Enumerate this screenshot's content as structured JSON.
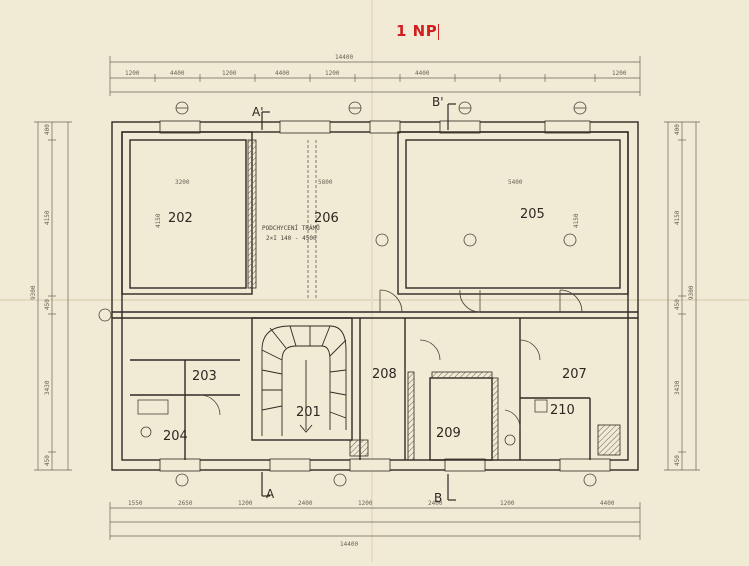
{
  "title": "1 NP",
  "rooms": [
    {
      "id": "202",
      "label": "202"
    },
    {
      "id": "205",
      "label": "205"
    },
    {
      "id": "206",
      "label": "206"
    },
    {
      "id": "203",
      "label": "203"
    },
    {
      "id": "204",
      "label": "204"
    },
    {
      "id": "201",
      "label": "201"
    },
    {
      "id": "208",
      "label": "208"
    },
    {
      "id": "209",
      "label": "209"
    },
    {
      "id": "207",
      "label": "207"
    },
    {
      "id": "210",
      "label": "210"
    }
  ],
  "sections": {
    "a_top": "A'",
    "a_bottom": "A",
    "b_top": "B'",
    "b_bottom": "B"
  },
  "notes": {
    "beam": "PODCHYCENÍ TRÁMŮ",
    "beam2": "2×I 140 - 4500"
  },
  "dimensions": {
    "overall_top": "14400",
    "overall_bottom": "14400",
    "top_chain": [
      "1200",
      "4400",
      "1200",
      "4400",
      "1200",
      "4400",
      "1200"
    ],
    "bottom_chain": [
      "1550",
      "2650",
      "1200",
      "2400",
      "1200",
      "2400",
      "1200",
      "4400"
    ],
    "left_overall": "9300",
    "right_overall": "9300",
    "left_chain": [
      "400",
      "4150",
      "450",
      "3430",
      "450"
    ],
    "right_chain": [
      "400",
      "4150",
      "450",
      "3430",
      "450"
    ],
    "room_202_w": "3200",
    "room_205_w": "5400",
    "room_206_w": "5800",
    "room_202_h": "4150",
    "room_205_h": "4150"
  }
}
